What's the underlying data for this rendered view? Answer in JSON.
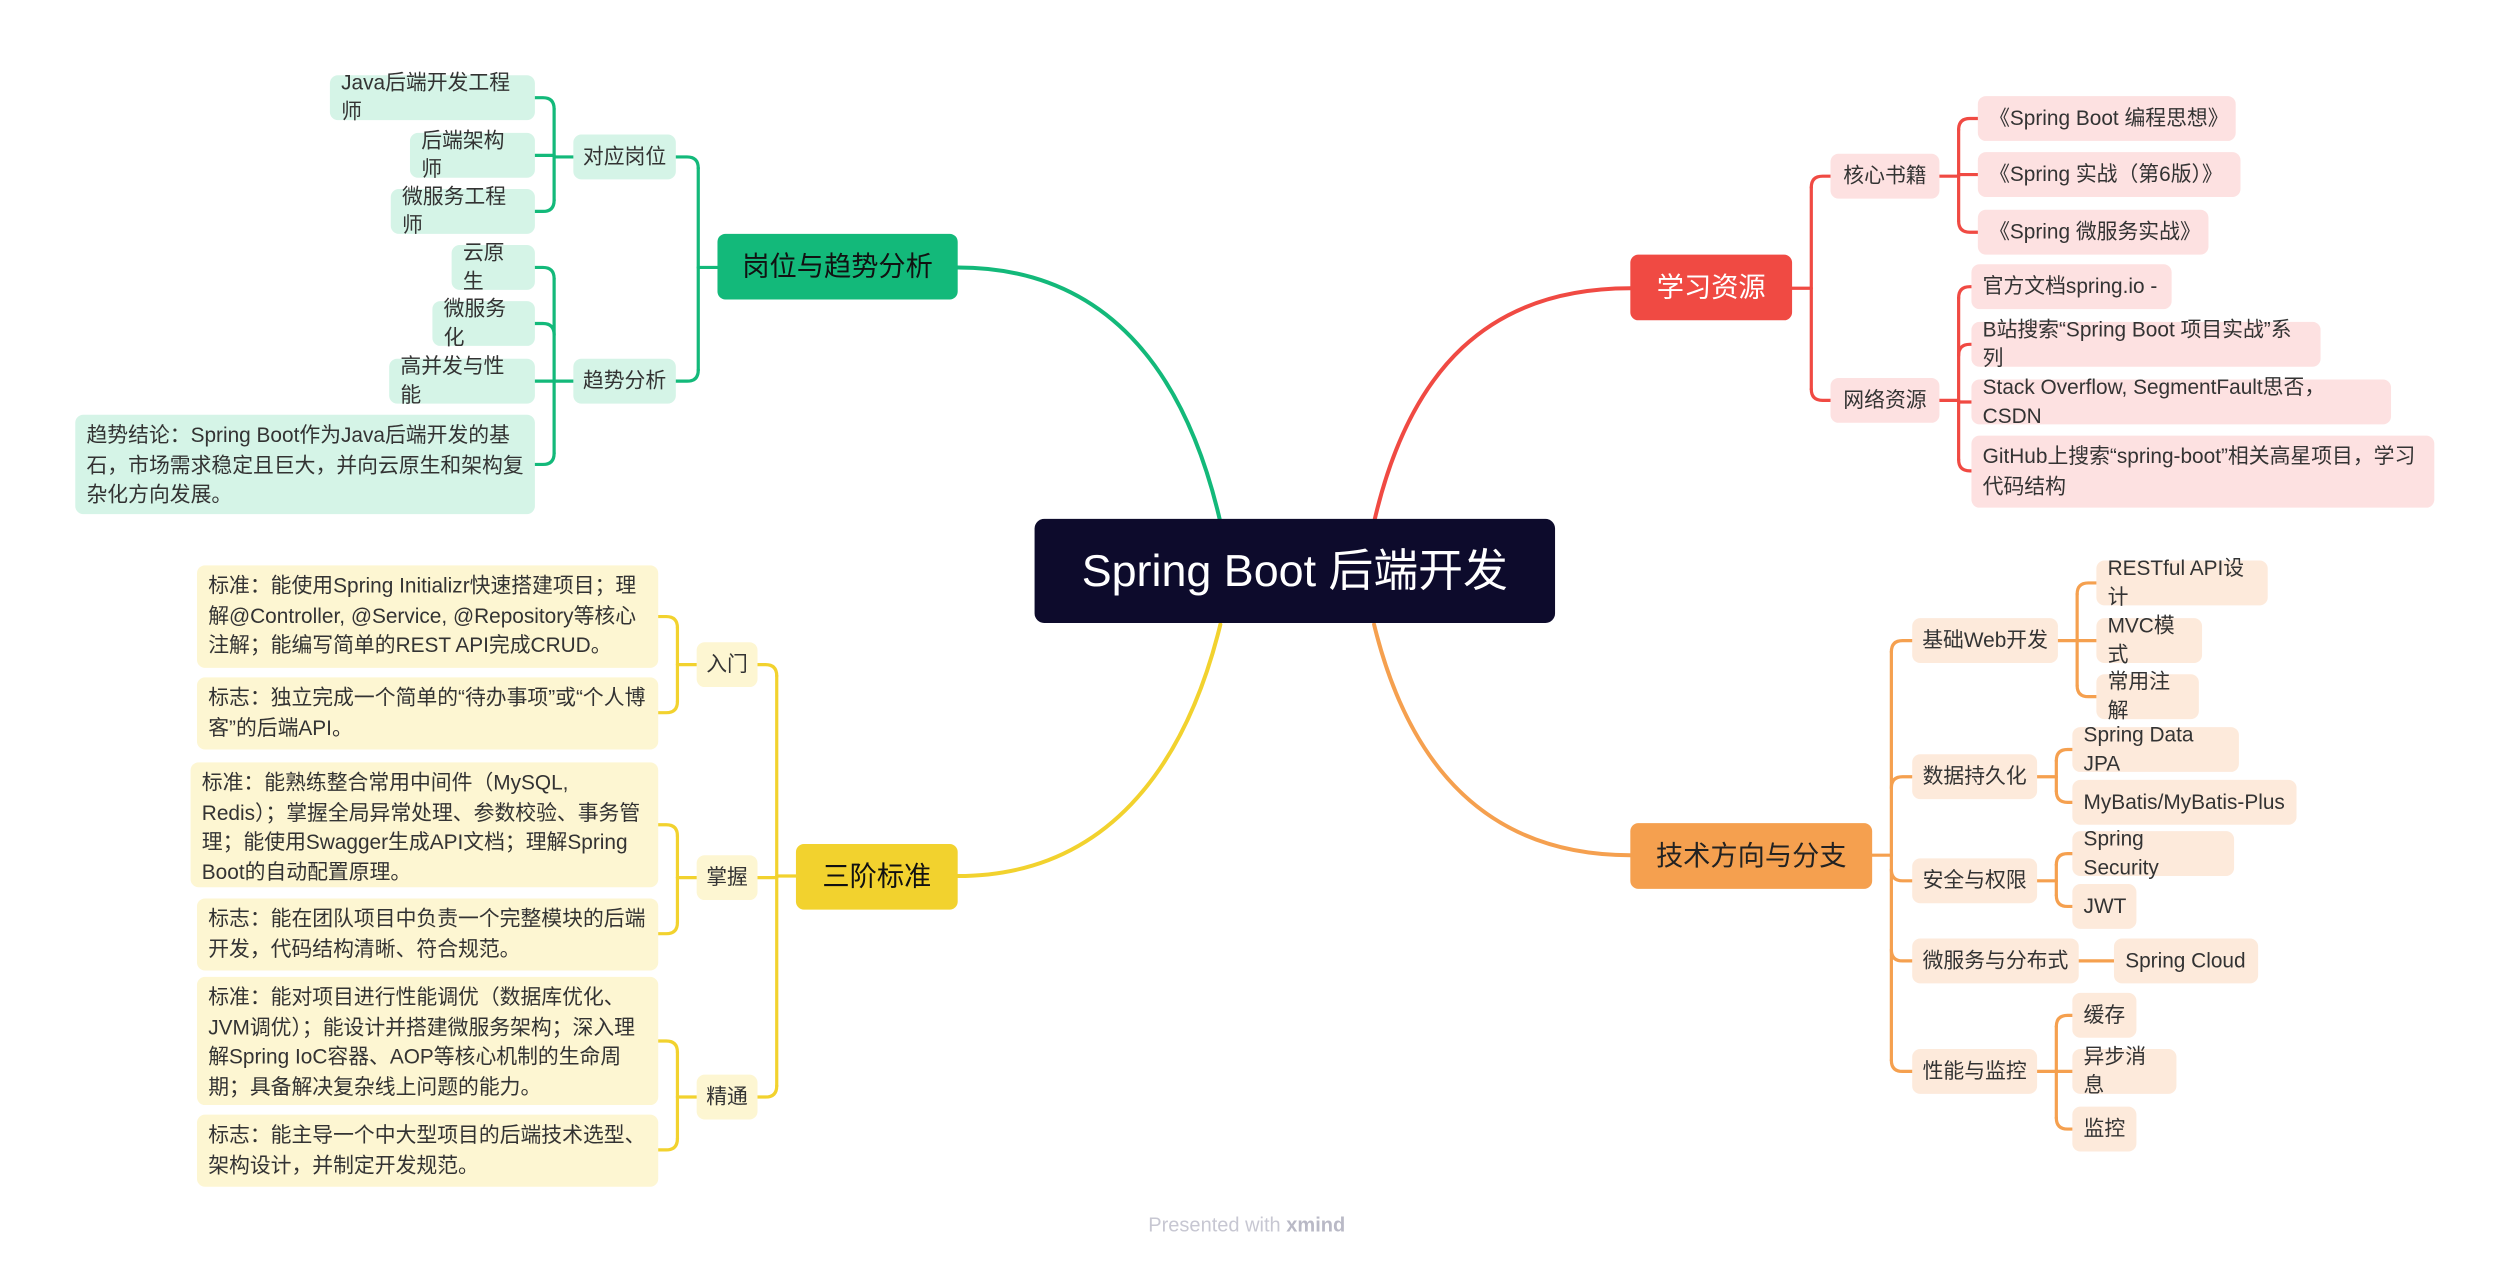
{
  "center": "Spring Boot 后端开发",
  "watermark": {
    "prefix": "Presented with",
    "brand": "xmind"
  },
  "colors": {
    "center": "#0d0b2c",
    "learn": "#f04a43",
    "learn_bg": "#fde1e1",
    "tech": "#f5a04f",
    "tech_bg": "#fdeadb",
    "career": "#13b97a",
    "career_bg": "#d5f4e7",
    "levels": "#f2d22e",
    "levels_bg": "#fdf6d2"
  },
  "branches": {
    "learn": {
      "label": "学习资源",
      "books": {
        "label": "核心书籍",
        "items": [
          "《Spring Boot 编程思想》",
          "《Spring 实战（第6版）》",
          "《Spring 微服务实战》"
        ]
      },
      "web": {
        "label": "网络资源",
        "items": [
          "官方文档spring.io -",
          "B站搜索“Spring Boot 项目实战”系列",
          "Stack Overflow, SegmentFault思否，CSDN",
          "GitHub上搜索“spring-boot”相关高星项目，学习代码结构"
        ]
      }
    },
    "tech": {
      "label": "技术方向与分支",
      "web": {
        "label": "基础Web开发",
        "items": [
          "RESTful API设计",
          "MVC模式",
          "常用注解"
        ]
      },
      "persist": {
        "label": "数据持久化",
        "items": [
          "Spring Data JPA",
          "MyBatis/MyBatis-Plus"
        ]
      },
      "security": {
        "label": "安全与权限",
        "items": [
          "Spring Security",
          "JWT"
        ]
      },
      "micro": {
        "label": "微服务与分布式",
        "items": [
          "Spring Cloud"
        ]
      },
      "perf": {
        "label": "性能与监控",
        "items": [
          "缓存",
          "异步消息",
          "监控"
        ]
      }
    },
    "career": {
      "label": "岗位与趋势分析",
      "jobs": {
        "label": "对应岗位",
        "items": [
          "Java后端开发工程师",
          "后端架构师",
          "微服务工程师"
        ]
      },
      "trends": {
        "label": "趋势分析",
        "items": [
          "云原生",
          "微服务化",
          "高并发与性能",
          "趋势结论：Spring Boot作为Java后端开发的基石，市场需求稳定且巨大，并向云原生和架构复杂化方向发展。"
        ]
      }
    },
    "levels": {
      "label": "三阶标准",
      "entry": {
        "label": "入门",
        "items": [
          "标准：能使用Spring Initializr快速搭建项目；理解@Controller, @Service, @Repository等核心注解；能编写简单的REST API完成CRUD。",
          "标志：独立完成一个简单的“待办事项”或“个人博客”的后端API。"
        ]
      },
      "master": {
        "label": "掌握",
        "items": [
          "标准：能熟练整合常用中间件（MySQL, Redis）；掌握全局异常处理、参数校验、事务管理；能使用Swagger生成API文档；理解Spring Boot的自动配置原理。",
          "标志：能在团队项目中负责一个完整模块的后端开发，代码结构清晰、符合规范。"
        ]
      },
      "expert": {
        "label": "精通",
        "items": [
          "标准：能对项目进行性能调优（数据库优化、JVM调优）；能设计并搭建微服务架构；深入理解Spring IoC容器、AOP等核心机制的生命周期；具备解决复杂线上问题的能力。",
          "标志：能主导一个中大型项目的后端技术选型、架构设计，并制定开发规范。"
        ]
      }
    }
  }
}
